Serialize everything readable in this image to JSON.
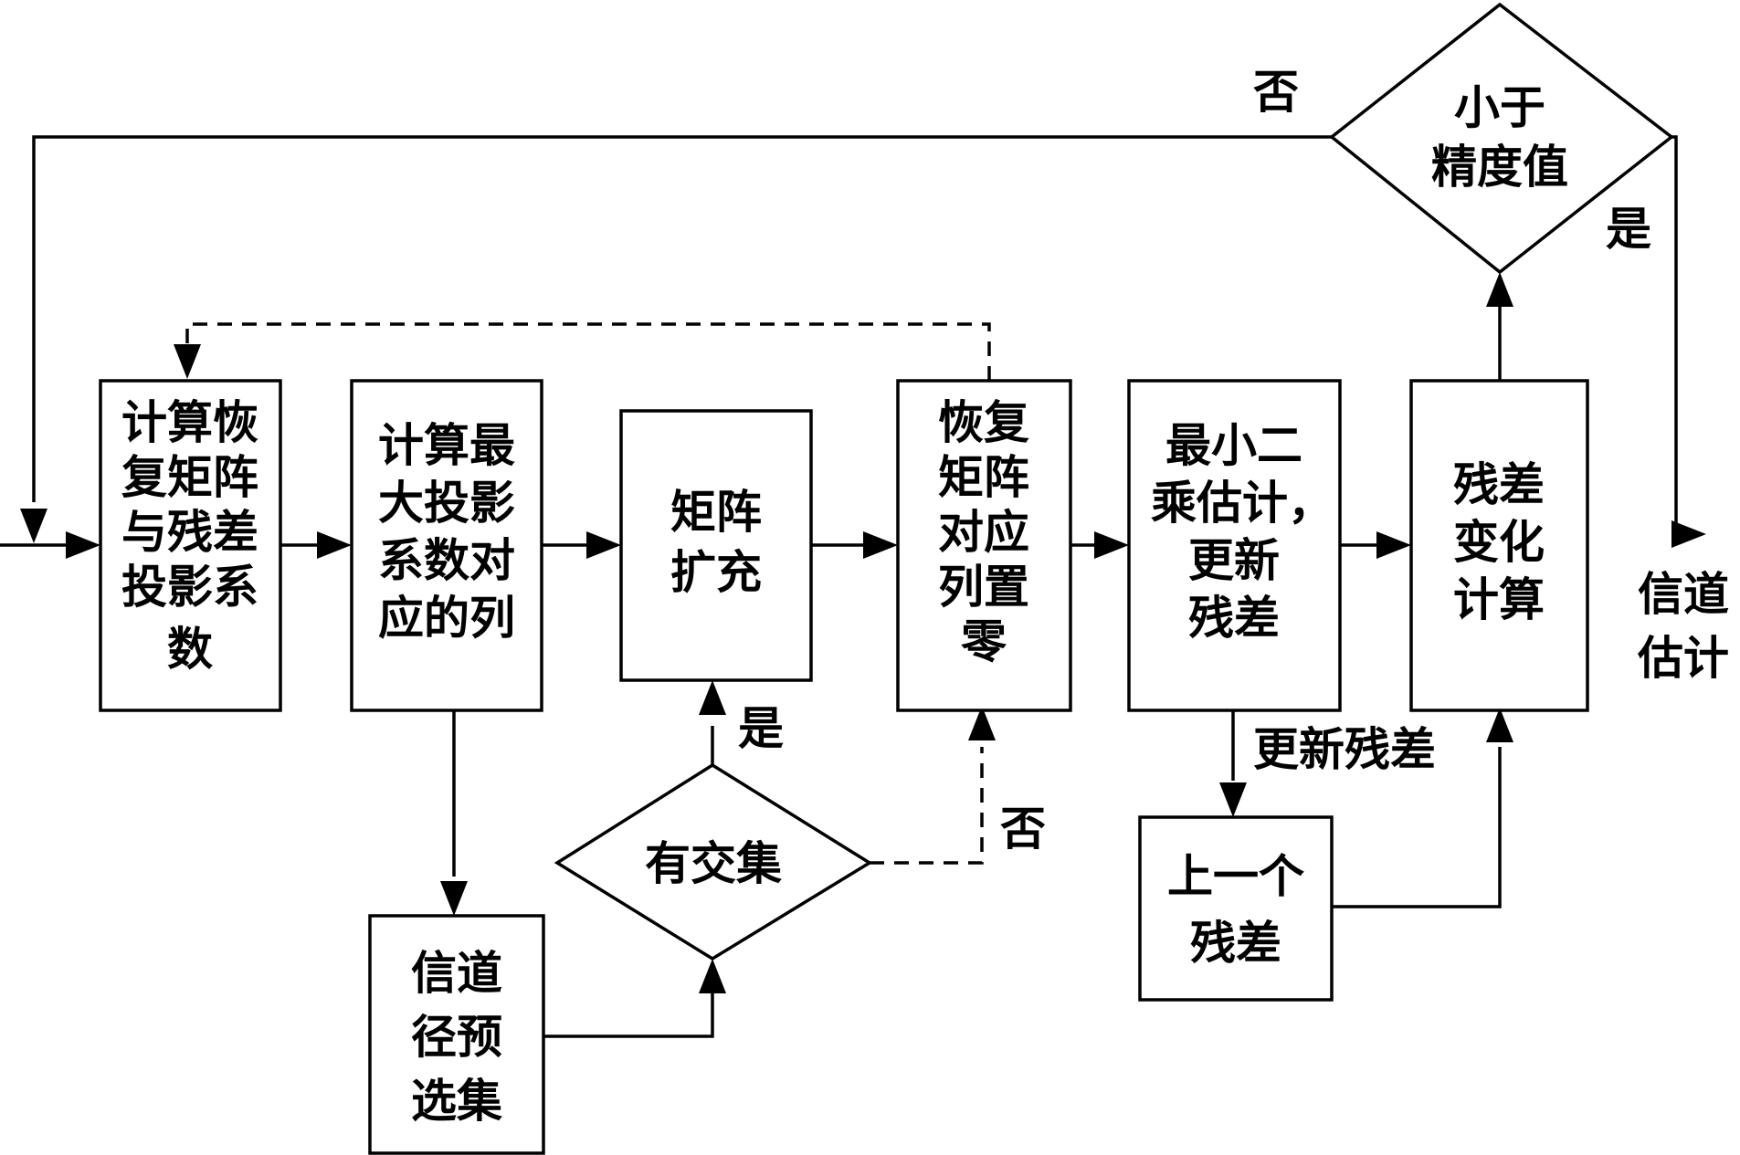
{
  "diagram": {
    "boxes": {
      "compute_residual_projection": [
        "计算恢",
        "复矩阵",
        "与残差",
        "投影系",
        "数"
      ],
      "max_projection_column": [
        "计算最",
        "大投影",
        "系数对",
        "应的列"
      ],
      "matrix_expand": [
        "矩阵",
        "扩充"
      ],
      "zero_matrix_column": [
        "恢复",
        "矩阵",
        "对应",
        "列置",
        "零"
      ],
      "least_squares": [
        "最小二",
        "乘估计，",
        "更新",
        "残差"
      ],
      "residual_change": [
        "残差",
        "变化",
        "计算"
      ],
      "channel_path_preselect": [
        "信道",
        "径预",
        "选集"
      ],
      "previous_residual": [
        "上一个",
        "残差"
      ]
    },
    "decisions": {
      "precision_check": [
        "小于",
        "精度值"
      ],
      "intersection_check": [
        "有交集"
      ]
    },
    "output": [
      "信道",
      "估计"
    ],
    "labels": {
      "no_top": "否",
      "yes_right": "是",
      "yes_intersection": "是",
      "no_intersection": "否",
      "update_residual": "更新残差"
    }
  }
}
